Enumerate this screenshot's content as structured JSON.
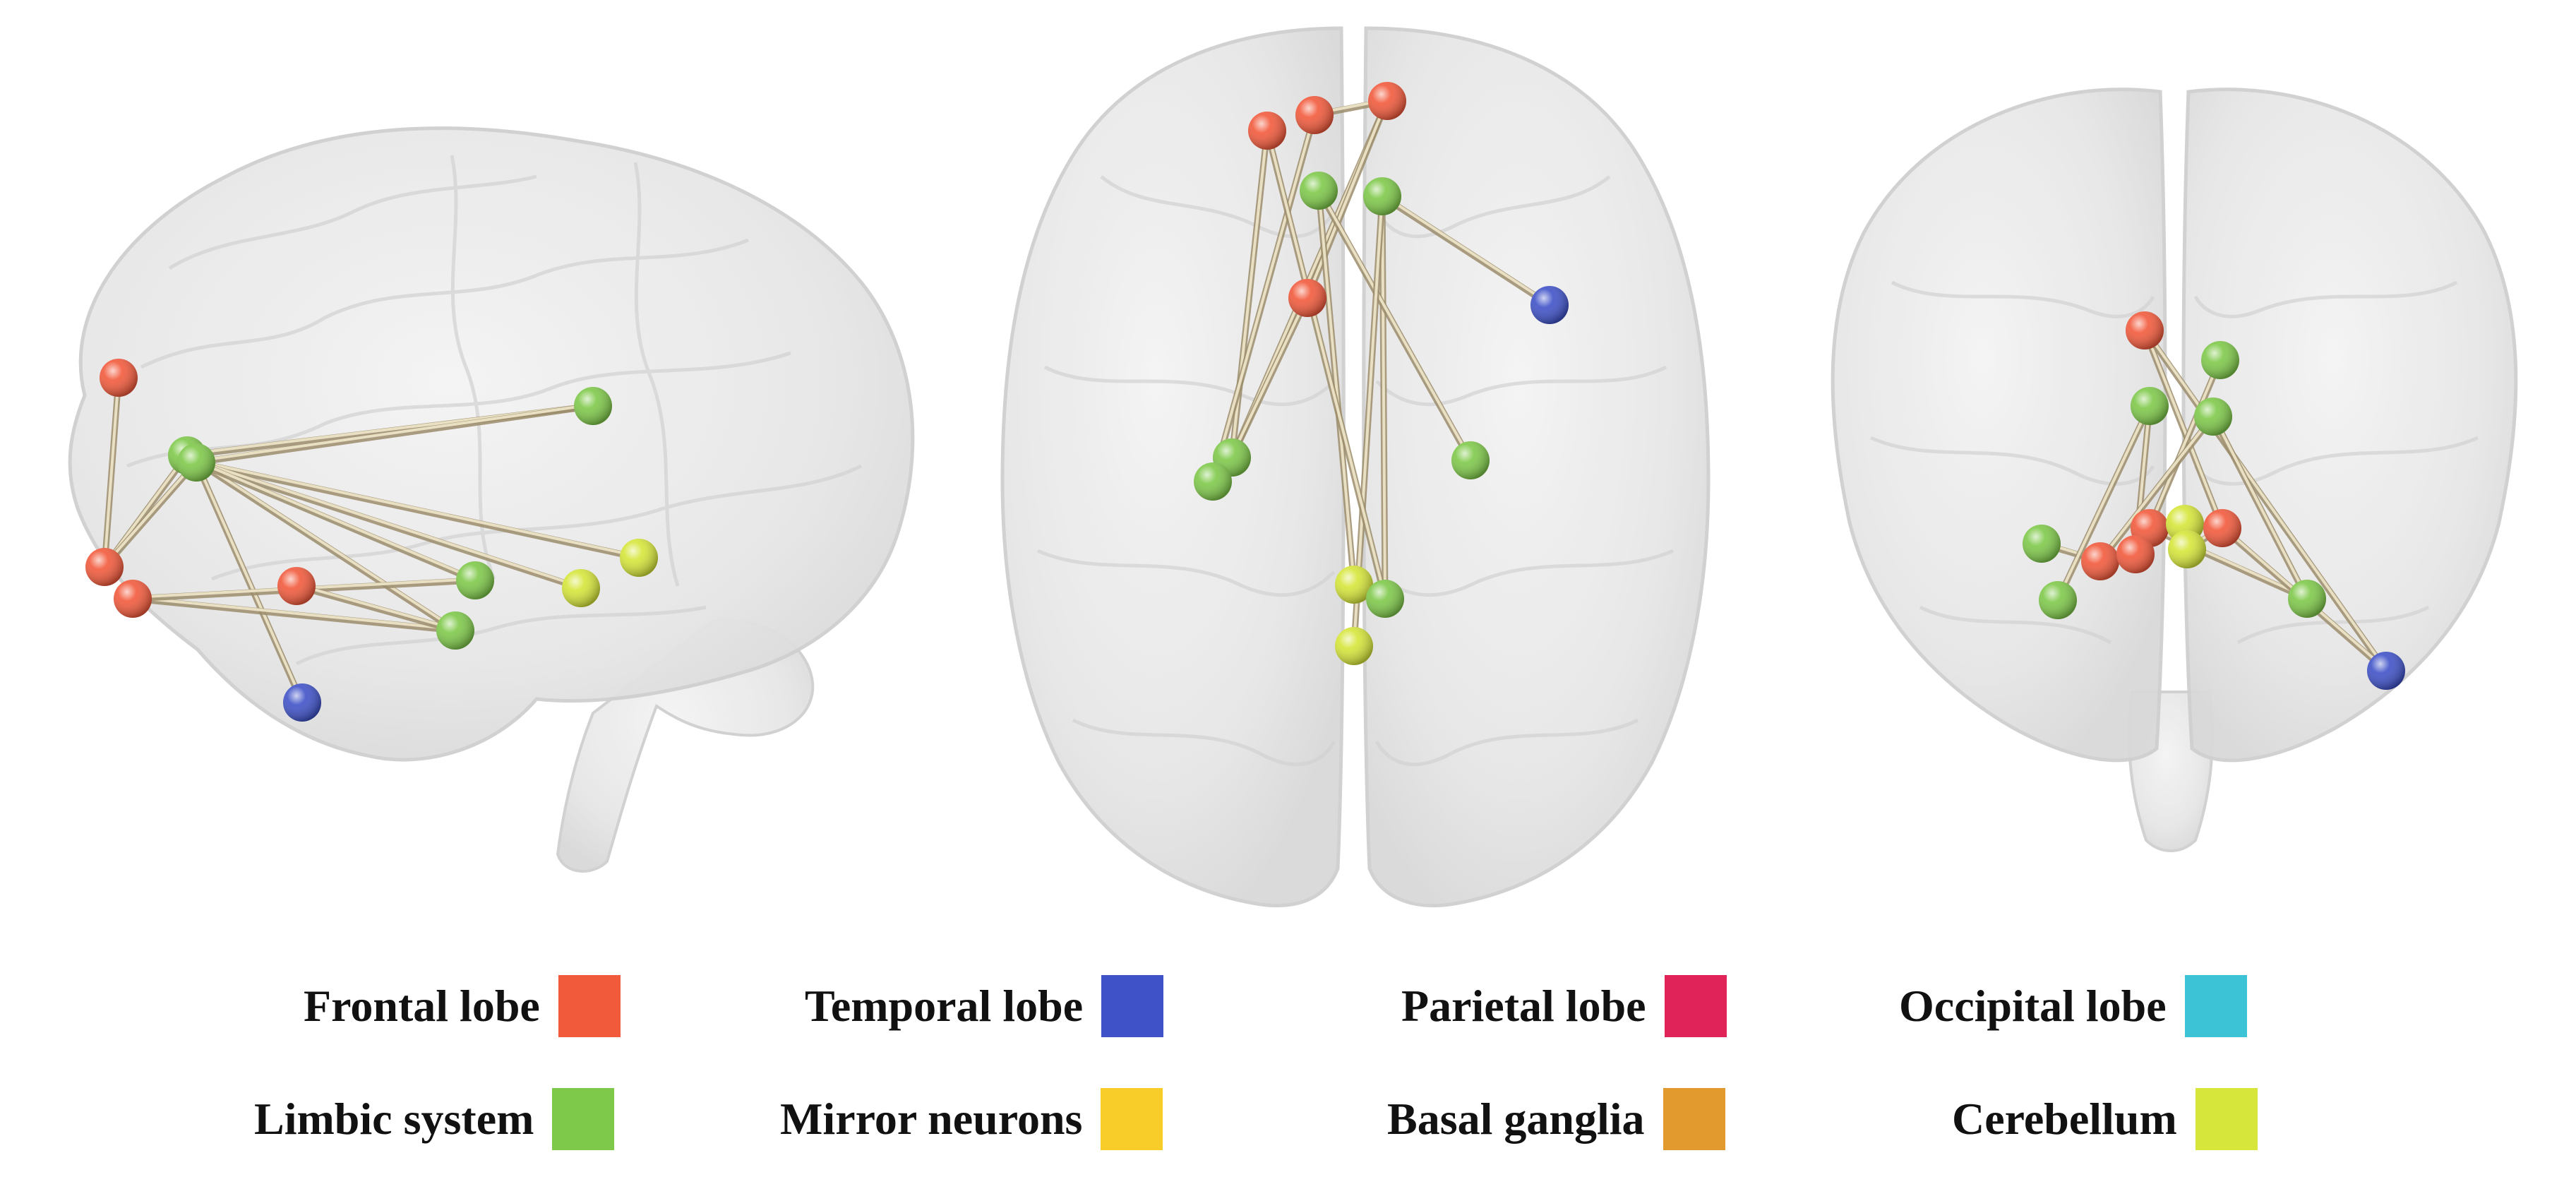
{
  "palette": {
    "frontal": "#f25a3c",
    "temporal": "#3f52c8",
    "parietal": "#e0245a",
    "occipital": "#3cc3d6",
    "limbic": "#7fc94a",
    "mirror": "#f8cd2a",
    "basal": "#e29a2e",
    "cerebellum": "#d6e63a"
  },
  "legend": [
    {
      "label": "Frontal lobe",
      "color": "#f25a3c"
    },
    {
      "label": "Temporal lobe",
      "color": "#3f52c8"
    },
    {
      "label": "Parietal lobe",
      "color": "#e0245a"
    },
    {
      "label": "Occipital lobe",
      "color": "#3cc3d6"
    },
    {
      "label": "Limbic system",
      "color": "#7fc94a"
    },
    {
      "label": "Mirror neurons",
      "color": "#f8cd2a"
    },
    {
      "label": "Basal ganglia",
      "color": "#e29a2e"
    },
    {
      "label": "Cerebellum",
      "color": "#d6e63a"
    }
  ],
  "views": [
    {
      "name": "sagittal",
      "nodes": [
        {
          "id": "s1",
          "region": "frontal"
        },
        {
          "id": "s2",
          "region": "frontal"
        },
        {
          "id": "s3",
          "region": "frontal"
        },
        {
          "id": "s4",
          "region": "frontal"
        },
        {
          "id": "s5",
          "region": "limbic"
        },
        {
          "id": "s6",
          "region": "limbic"
        },
        {
          "id": "s7",
          "region": "limbic"
        },
        {
          "id": "s8",
          "region": "limbic"
        },
        {
          "id": "s9",
          "region": "limbic"
        },
        {
          "id": "s10",
          "region": "cerebellum"
        },
        {
          "id": "s11",
          "region": "cerebellum"
        },
        {
          "id": "s12",
          "region": "temporal"
        }
      ],
      "edges": [
        [
          "s1",
          "s2"
        ],
        [
          "s2",
          "s5"
        ],
        [
          "s2",
          "s6"
        ],
        [
          "s5",
          "s7"
        ],
        [
          "s6",
          "s7"
        ],
        [
          "s6",
          "s10"
        ],
        [
          "s6",
          "s11"
        ],
        [
          "s5",
          "s9"
        ],
        [
          "s6",
          "s12"
        ],
        [
          "s3",
          "s9"
        ],
        [
          "s3",
          "s8"
        ],
        [
          "s4",
          "s9"
        ],
        [
          "s6",
          "s8"
        ]
      ]
    },
    {
      "name": "axial",
      "nodes": [
        {
          "id": "a1",
          "region": "frontal"
        },
        {
          "id": "a2",
          "region": "frontal"
        },
        {
          "id": "a3",
          "region": "frontal"
        },
        {
          "id": "a4",
          "region": "limbic"
        },
        {
          "id": "a5",
          "region": "limbic"
        },
        {
          "id": "a6",
          "region": "frontal"
        },
        {
          "id": "a7",
          "region": "temporal"
        },
        {
          "id": "a8",
          "region": "limbic"
        },
        {
          "id": "a9",
          "region": "limbic"
        },
        {
          "id": "a10",
          "region": "limbic"
        },
        {
          "id": "a11",
          "region": "cerebellum"
        },
        {
          "id": "a12",
          "region": "limbic"
        },
        {
          "id": "a13",
          "region": "cerebellum"
        }
      ],
      "edges": [
        [
          "a2",
          "a3"
        ],
        [
          "a1",
          "a8"
        ],
        [
          "a2",
          "a9"
        ],
        [
          "a3",
          "a8"
        ],
        [
          "a3",
          "a6"
        ],
        [
          "a4",
          "a11"
        ],
        [
          "a5",
          "a12"
        ],
        [
          "a5",
          "a7"
        ],
        [
          "a4",
          "a10"
        ],
        [
          "a5",
          "a13"
        ],
        [
          "a6",
          "a8"
        ],
        [
          "a1",
          "a12"
        ]
      ]
    },
    {
      "name": "coronal",
      "nodes": [
        {
          "id": "c1",
          "region": "frontal"
        },
        {
          "id": "c2",
          "region": "limbic"
        },
        {
          "id": "c3",
          "region": "limbic"
        },
        {
          "id": "c4",
          "region": "limbic"
        },
        {
          "id": "c5",
          "region": "limbic"
        },
        {
          "id": "c6",
          "region": "frontal"
        },
        {
          "id": "c7",
          "region": "cerebellum"
        },
        {
          "id": "c8",
          "region": "frontal"
        },
        {
          "id": "c9",
          "region": "frontal"
        },
        {
          "id": "c10",
          "region": "frontal"
        },
        {
          "id": "c11",
          "region": "cerebellum"
        },
        {
          "id": "c12",
          "region": "limbic"
        },
        {
          "id": "c13",
          "region": "limbic"
        },
        {
          "id": "c14",
          "region": "temporal"
        }
      ],
      "edges": [
        [
          "c1",
          "c8"
        ],
        [
          "c1",
          "c14"
        ],
        [
          "c3",
          "c10"
        ],
        [
          "c4",
          "c13"
        ],
        [
          "c5",
          "c9"
        ],
        [
          "c6",
          "c13"
        ],
        [
          "c8",
          "c11"
        ],
        [
          "c8",
          "c14"
        ],
        [
          "c2",
          "c6"
        ],
        [
          "c3",
          "c12"
        ],
        [
          "c4",
          "c9"
        ]
      ]
    }
  ]
}
